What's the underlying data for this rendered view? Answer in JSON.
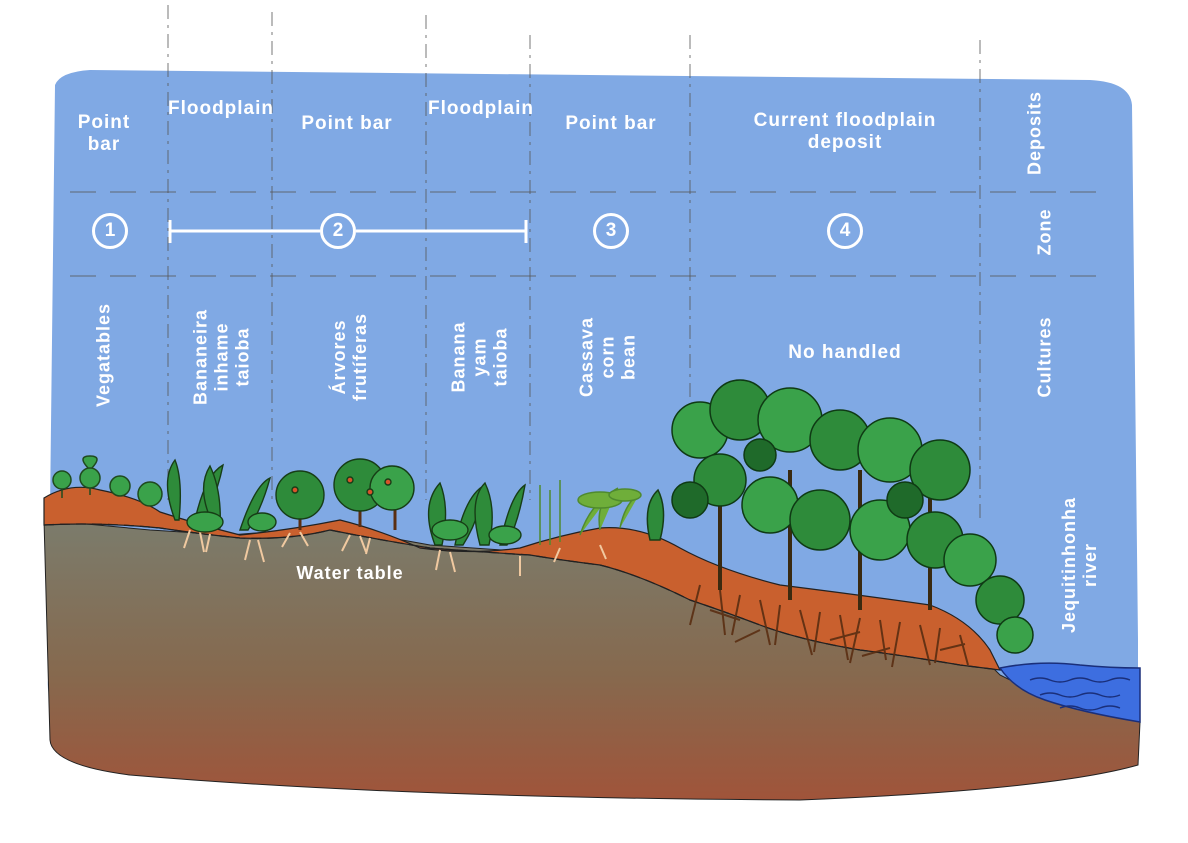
{
  "deposits_row": {
    "col1": "Point\nbar",
    "col2": "Floodplain",
    "col3": "Point bar",
    "col4": "Floodplain",
    "col5": "Point bar",
    "col6": "Current floodplain\ndeposit",
    "header": "Deposits"
  },
  "zone_row": {
    "zone1": "1",
    "zone2": "2",
    "zone3": "3",
    "zone4": "4",
    "header": "Zone"
  },
  "cultures_row": {
    "col1": "Vegatables",
    "col2": "Bananeira\ninhame\ntaioba",
    "col3": "Árvores\nfrutíferas",
    "col4": "Banana\nyam\ntaioba",
    "col5": "Cassava\ncorn\nbean",
    "col6": "No handled",
    "header": "Cultures"
  },
  "water_table_label": "Water table",
  "river_label": "Jequitinhonha\nriver",
  "colors": {
    "sky": "#80a9e4",
    "topsoil": "#c9602e",
    "subsoil_top": "#7f7f6e",
    "subsoil_bottom": "#a35737",
    "river": "#3d6ee0",
    "tree_dark": "#1f6a2a",
    "tree_light": "#3aa24a",
    "text": "#ffffff"
  }
}
